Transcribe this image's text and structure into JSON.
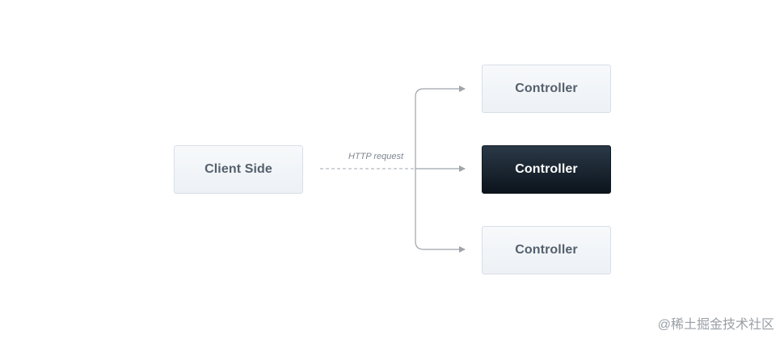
{
  "nodes": {
    "client": "Client Side",
    "controller_top": "Controller",
    "controller_middle": "Controller",
    "controller_bottom": "Controller"
  },
  "edges": {
    "request_label": "HTTP request"
  },
  "watermark": "@稀土掘金技术社区",
  "colors": {
    "node_fill": "#f1f4f8",
    "node_border": "#d9dee6",
    "node_text": "#55606d",
    "active_fill": "#17222d",
    "active_text": "#ffffff",
    "connector": "#9ea4aa"
  }
}
